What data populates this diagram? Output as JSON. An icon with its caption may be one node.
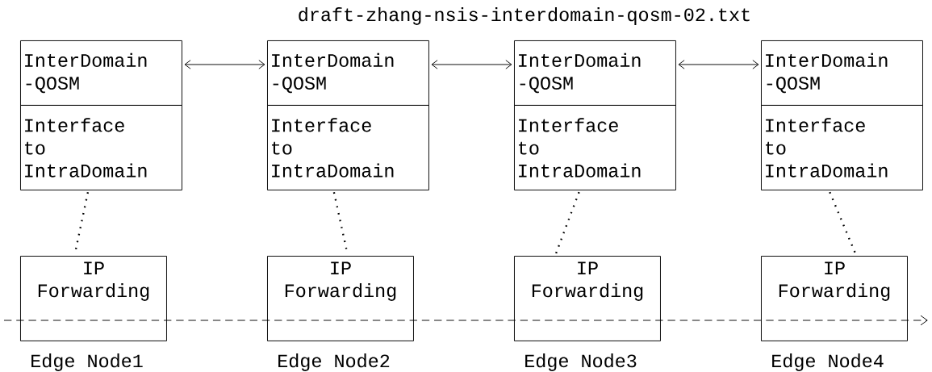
{
  "diagram": {
    "title": "draft-zhang-nsis-interdomain-qosm-02.txt",
    "nodes": [
      {
        "text": [
          "InterDomain -QOSM"
        ]
      },
      {
        "text": [
          "InterDomain -QOSM"
        ]
      },
      {
        "text": [
          "InterDomain -QOSM"
        ]
      },
      {
        "text": [
          "InterDomain -QOSM"
        ]
      },
      {
        "text": [
          "Interface to IntraDomain"
        ]
      },
      {
        "text": [
          "Interface to IntraDomain"
        ]
      },
      {
        "text": [
          "Interface to IntraDomain"
        ]
      },
      {
        "text": [
          "Interface to IntraDomain"
        ]
      },
      {
        "text": [
          "IP Forwarding"
        ],
        "beside": [
          "Edge Node1"
        ]
      },
      {
        "text": [
          "IP Forwarding"
        ],
        "beside": [
          "Edge Node2"
        ]
      },
      {
        "text": [
          "IP Forwarding"
        ],
        "beside": [
          "Edge Node3"
        ]
      },
      {
        "text": [
          "IP Forwarding"
        ],
        "beside": [
          "Edge Node4"
        ]
      }
    ],
    "edges": [
      {
        "from": 0,
        "to": 1,
        "arrow": "both"
      },
      {
        "from": 1,
        "to": 2,
        "arrow": "both"
      },
      {
        "from": 2,
        "to": 3,
        "arrow": "both"
      },
      {
        "from": 4,
        "to": 8,
        "arrow": "none",
        "style": "dashed"
      },
      {
        "from": 5,
        "to": 9,
        "arrow": "none",
        "style": "dashed"
      },
      {
        "from": 6,
        "to": 10,
        "arrow": "none",
        "style": "dashed"
      },
      {
        "from": 7,
        "to": 11,
        "arrow": "none",
        "style": "dashed"
      }
    ]
  }
}
